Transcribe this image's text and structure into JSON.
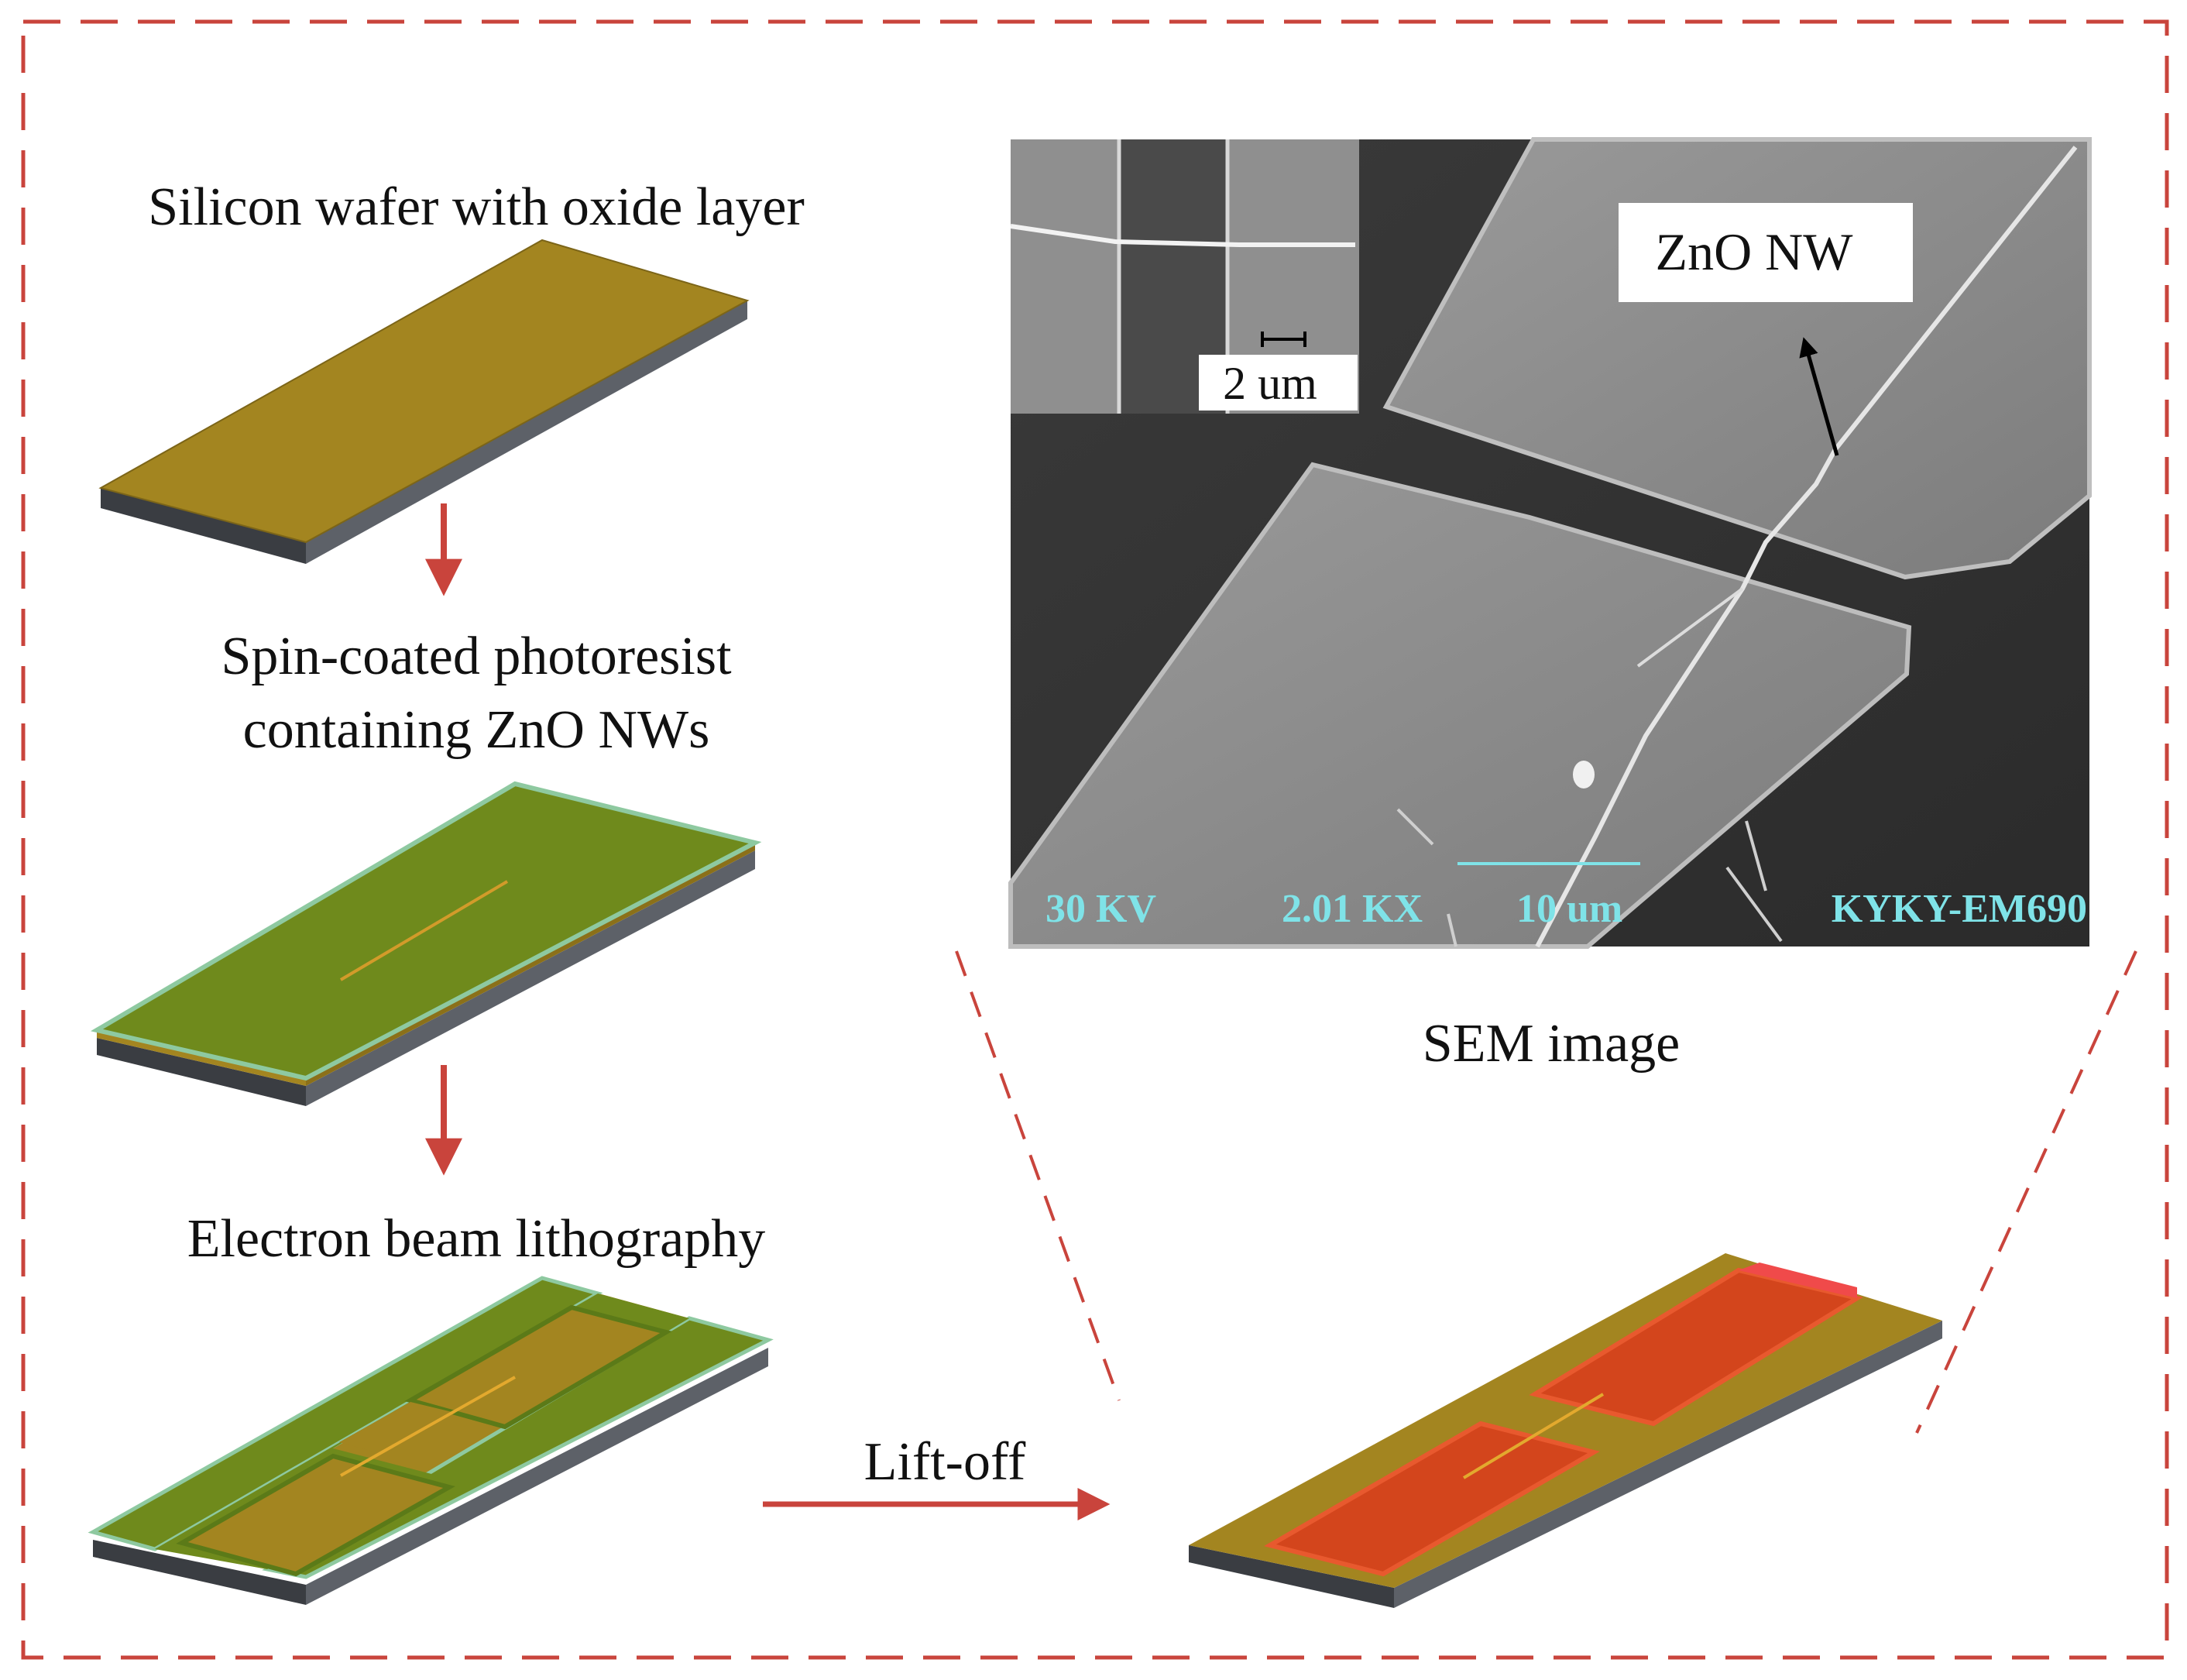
{
  "steps": {
    "step1": "Silicon wafer with oxide layer",
    "step2_line1": "Spin-coated photoresist",
    "step2_line2": "containing ZnO NWs",
    "step3": "Electron beam lithography",
    "liftoff": "Lift-off"
  },
  "sem": {
    "caption": "SEM image",
    "callout": "ZnO NW",
    "inset_scale": "2 um",
    "voltage": "30 KV",
    "magnification": "2.01 KX",
    "scale": "10 um",
    "instrument": "KYKY-EM690"
  },
  "colors": {
    "frame_dash": "#c9443c",
    "arrow": "#c9443c",
    "oxide": "#a38520",
    "photoresist": "#6f8a1c",
    "photoresist_edge": "#8ec9a0",
    "electrode": "#d8401c",
    "substrate": "#3a3d42",
    "sem_text": "#7fe3e8"
  }
}
